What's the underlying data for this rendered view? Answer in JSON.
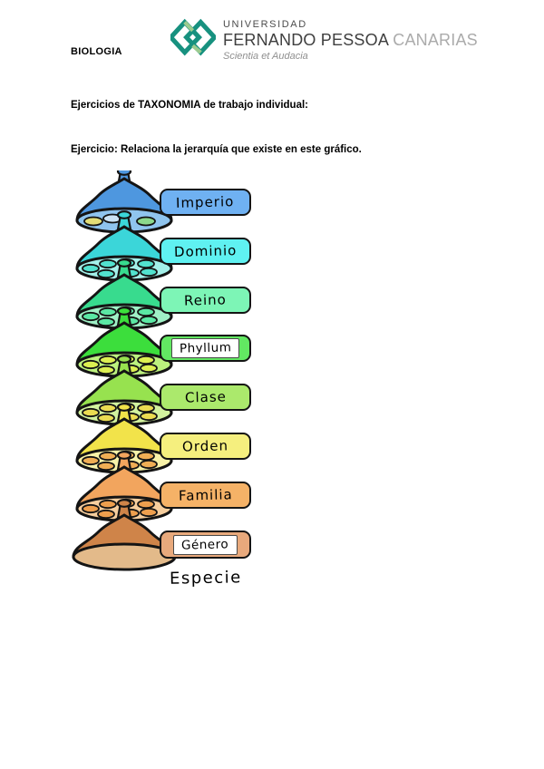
{
  "page": {
    "course_label": "BIOLOGIA"
  },
  "logo": {
    "line1": "UNIVERSIDAD",
    "line2_dark": "FERNANDO PESSOA",
    "line2_light": "CANARIAS",
    "tagline": "Scientia et Audacia",
    "brand_teal": "#17917F",
    "brand_green": "#8CC63F"
  },
  "body_text": {
    "line1": "Ejercicios de TAXONOMIA de trabajo individual:",
    "line2": "Ejercicio: Relaciona la jerarquía que existe en este gráfico."
  },
  "diagram": {
    "outline_color": "#141414",
    "layers": [
      {
        "label": "Imperio",
        "label_bg": "#6FB1F2",
        "inner_white_box": false,
        "dome": "#4E97DF",
        "base": "#8FC4EE",
        "ovals": [
          "#E3DE77",
          "#CBE2F4",
          "#8CD98C"
        ]
      },
      {
        "label": "Dominio",
        "label_bg": "#5FF1F1",
        "inner_white_box": false,
        "dome": "#3BD6D9",
        "base": "#A3F0E9",
        "ovals": [
          "#52E2CE"
        ]
      },
      {
        "label": "Reino",
        "label_bg": "#7DF5B6",
        "inner_white_box": false,
        "dome": "#38DB8E",
        "base": "#9FF0C6",
        "ovals": [
          "#5BE8A4"
        ]
      },
      {
        "label": "Phyllum",
        "label_bg": "#62E862",
        "inner_white_box": true,
        "dome": "#3CDE3C",
        "base": "#BCF17E",
        "ovals": [
          "#DCEF52"
        ]
      },
      {
        "label": "Clase",
        "label_bg": "#ABE96C",
        "inner_white_box": false,
        "dome": "#97E24F",
        "base": "#D2F29E",
        "ovals": [
          "#EBDC52"
        ]
      },
      {
        "label": "Orden",
        "label_bg": "#F5EF7E",
        "inner_white_box": false,
        "dome": "#F2E34A",
        "base": "#F8F2A8",
        "ovals": [
          "#F0AE55"
        ]
      },
      {
        "label": "Familia",
        "label_bg": "#F5B267",
        "inner_white_box": false,
        "dome": "#F2A55E",
        "base": "#F6CE9E",
        "ovals": [
          "#EE9F4E"
        ]
      },
      {
        "label": "Género",
        "label_bg": "#E8A97C",
        "inner_white_box": true,
        "dome": "#CF8449",
        "base": "#E3BA8A",
        "ovals": []
      }
    ],
    "bottom_label": "Especie"
  }
}
